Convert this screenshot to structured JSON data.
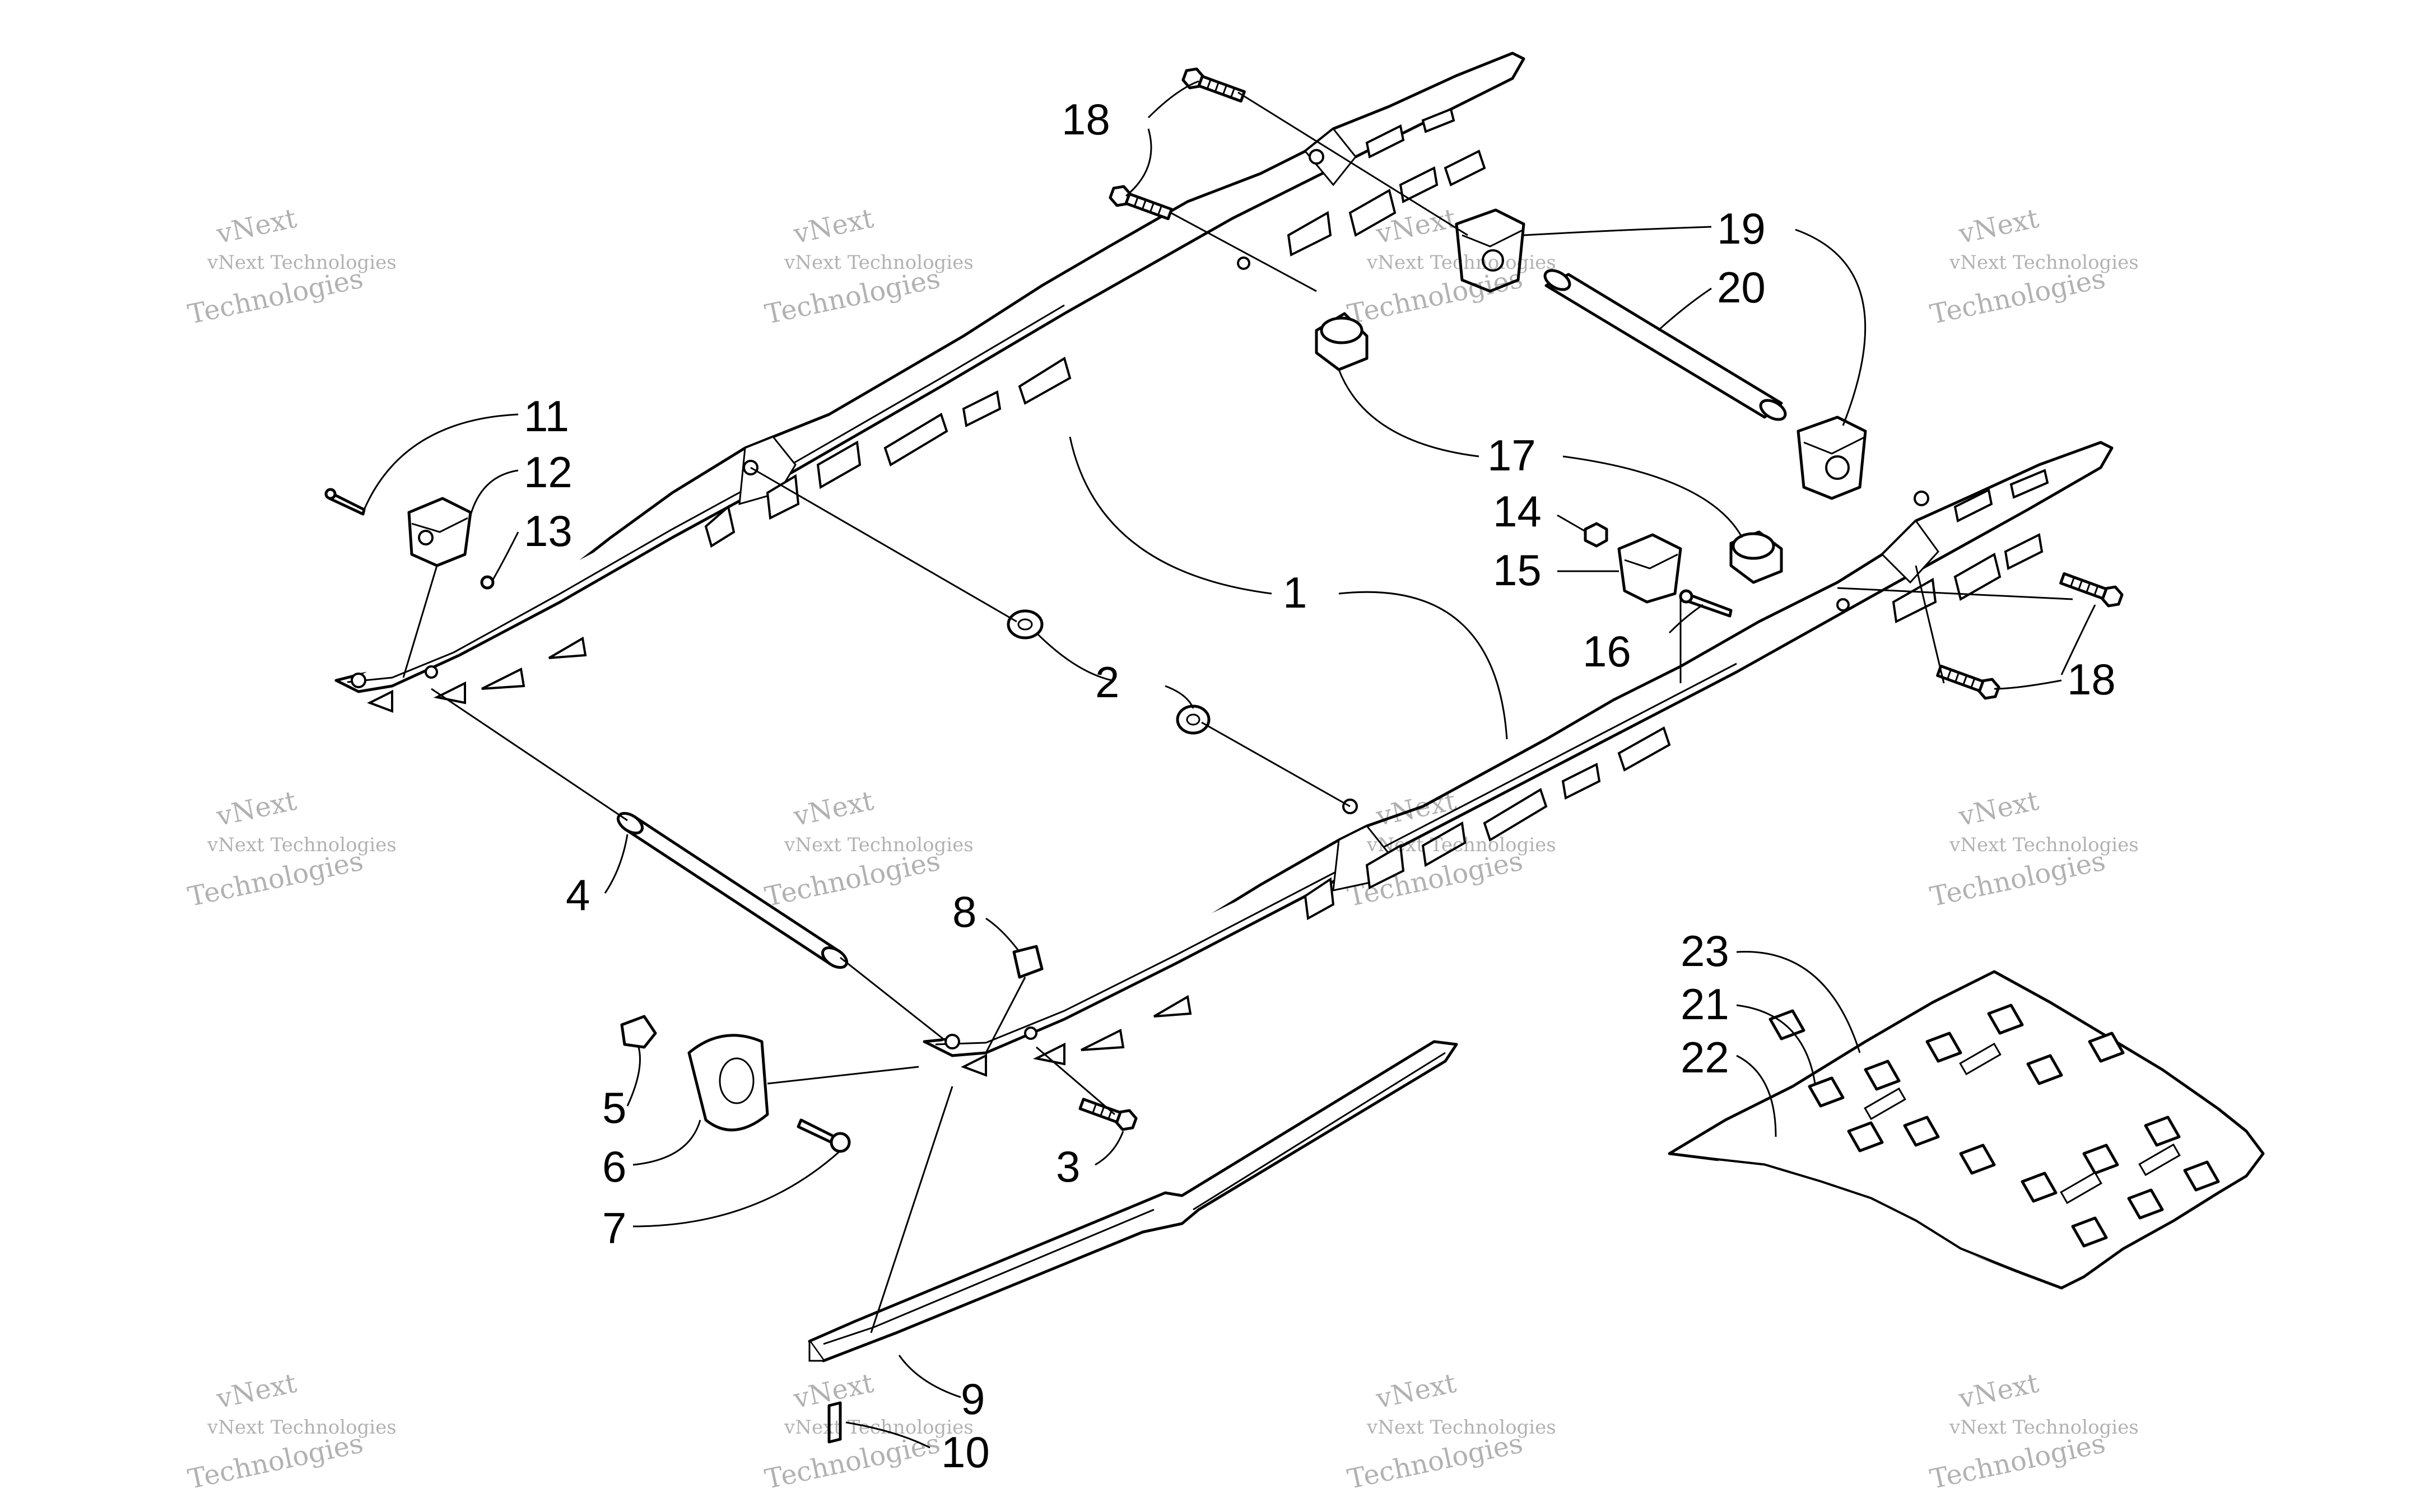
{
  "callouts": [
    {
      "id": "1",
      "label": "1"
    },
    {
      "id": "2",
      "label": "2"
    },
    {
      "id": "3",
      "label": "3"
    },
    {
      "id": "4",
      "label": "4"
    },
    {
      "id": "5",
      "label": "5"
    },
    {
      "id": "6",
      "label": "6"
    },
    {
      "id": "7",
      "label": "7"
    },
    {
      "id": "8",
      "label": "8"
    },
    {
      "id": "9",
      "label": "9"
    },
    {
      "id": "10",
      "label": "10"
    },
    {
      "id": "11",
      "label": "11"
    },
    {
      "id": "12",
      "label": "12"
    },
    {
      "id": "13",
      "label": "13"
    },
    {
      "id": "14",
      "label": "14"
    },
    {
      "id": "15",
      "label": "15"
    },
    {
      "id": "16",
      "label": "16"
    },
    {
      "id": "17",
      "label": "17"
    },
    {
      "id": "18",
      "label": "18"
    },
    {
      "id": "19",
      "label": "19"
    },
    {
      "id": "20",
      "label": "20"
    },
    {
      "id": "21",
      "label": "21"
    },
    {
      "id": "22",
      "label": "22"
    },
    {
      "id": "23",
      "label": "23"
    }
  ],
  "watermark": {
    "line1": "vNext Technologies",
    "line2": "Technologies",
    "line3": "vNext"
  },
  "colors": {
    "ink": "#000000",
    "background": "#ffffff",
    "watermark": "#999999"
  }
}
